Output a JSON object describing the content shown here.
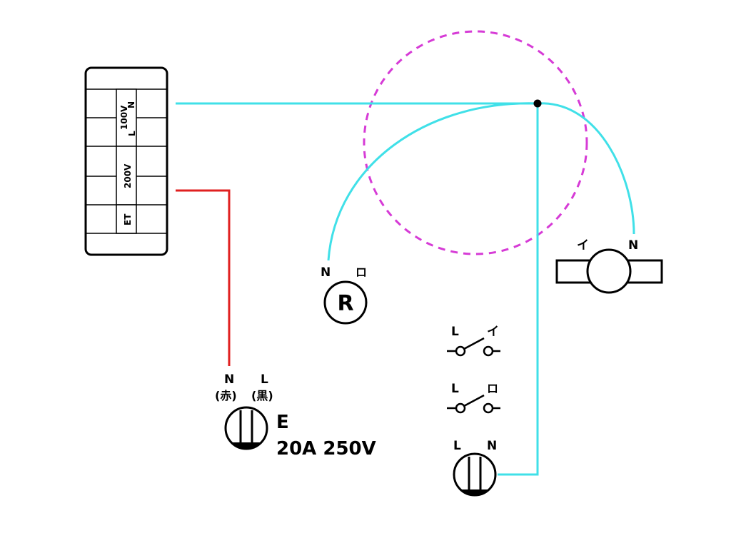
{
  "colors": {
    "wire_neutral": "#40e0e8",
    "wire_red": "#e02020",
    "junction_circle": "#d63bd6",
    "stroke": "#000000"
  },
  "panel": {
    "label_100v": "100V",
    "label_l": "L",
    "label_n": "N",
    "label_200v": "200V",
    "label_et": "ET"
  },
  "receptacle_200v": {
    "n_label": "N",
    "l_label": "L",
    "n_color": "(赤)",
    "l_color": "(黒)",
    "e_label": "E",
    "rating": "20A 250V"
  },
  "lamp_r": {
    "n_label": "N",
    "terminal_label": "ロ",
    "symbol": "R"
  },
  "lamp_fixture": {
    "terminal_label": "イ",
    "n_label": "N"
  },
  "switch_i": {
    "l_label": "L",
    "terminal_label": "イ"
  },
  "switch_ro": {
    "l_label": "L",
    "terminal_label": "ロ"
  },
  "receptacle_100v": {
    "l_label": "L",
    "n_label": "N"
  }
}
